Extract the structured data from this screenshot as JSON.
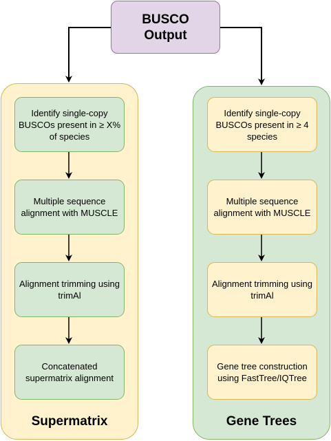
{
  "top_node": {
    "label": "BUSCO\nOutput"
  },
  "left_panel": {
    "title": "Supermatrix",
    "steps": [
      "Identify single-copy BUSCOs present in ≥ X% of species",
      "Multiple sequence alignment with MUSCLE",
      "Alignment trimming using trimAl",
      "Concatenated supermatrix alignment"
    ]
  },
  "right_panel": {
    "title": "Gene Trees",
    "steps": [
      "Identify single-copy BUSCOs present in ≥ 4 species",
      "Multiple sequence alignment with MUSCLE",
      "Alignment trimming using trimAl",
      "Gene tree construction using FastTree/IQTree"
    ]
  },
  "colors": {
    "top_fill": "#e1d5e7",
    "top_stroke": "#9673a6",
    "yellow_fill": "#fff2cc",
    "yellow_stroke": "#d6b656",
    "green_fill": "#d5e8d4",
    "green_stroke": "#82b366"
  }
}
